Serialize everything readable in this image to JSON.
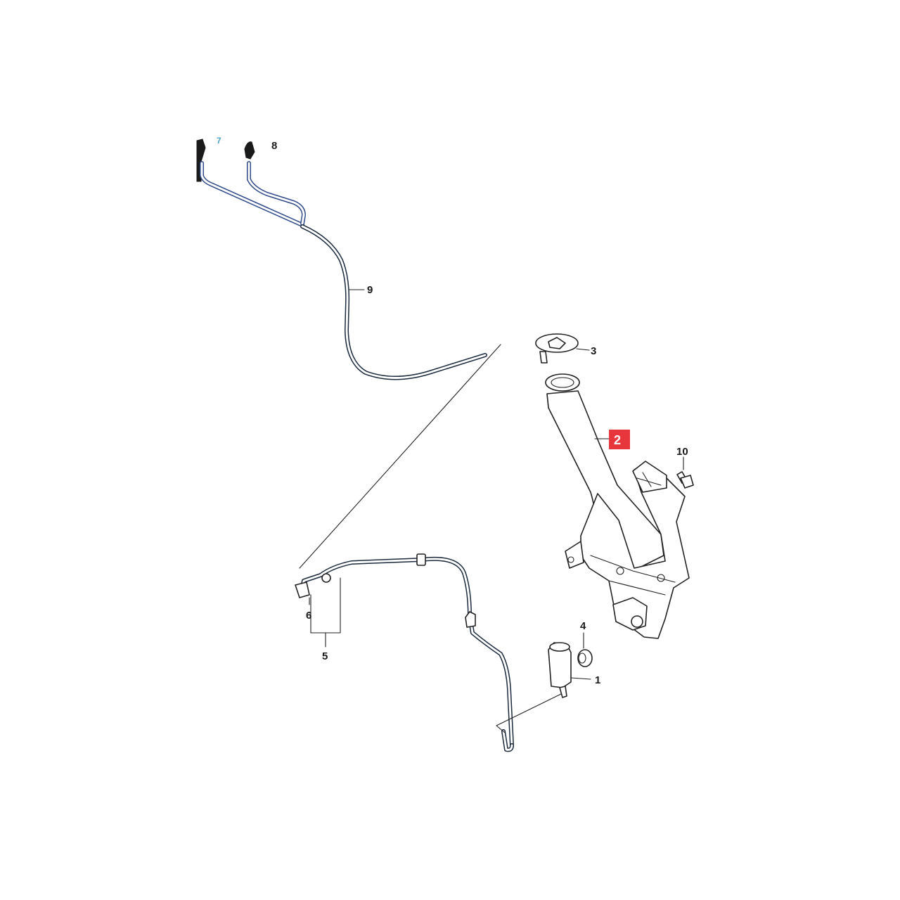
{
  "diagram": {
    "highlight_color": "#e8363d",
    "line_color": "#222222",
    "hose_color": "#1b2a3d",
    "callouts": [
      {
        "id": "1",
        "label": "1"
      },
      {
        "id": "2",
        "label": "2",
        "highlighted": true
      },
      {
        "id": "3",
        "label": "3"
      },
      {
        "id": "4",
        "label": "4"
      },
      {
        "id": "5",
        "label": "5"
      },
      {
        "id": "6",
        "label": "6"
      },
      {
        "id": "7",
        "label": "7"
      },
      {
        "id": "8",
        "label": "8"
      },
      {
        "id": "9",
        "label": "9"
      },
      {
        "id": "10",
        "label": "10"
      }
    ]
  }
}
